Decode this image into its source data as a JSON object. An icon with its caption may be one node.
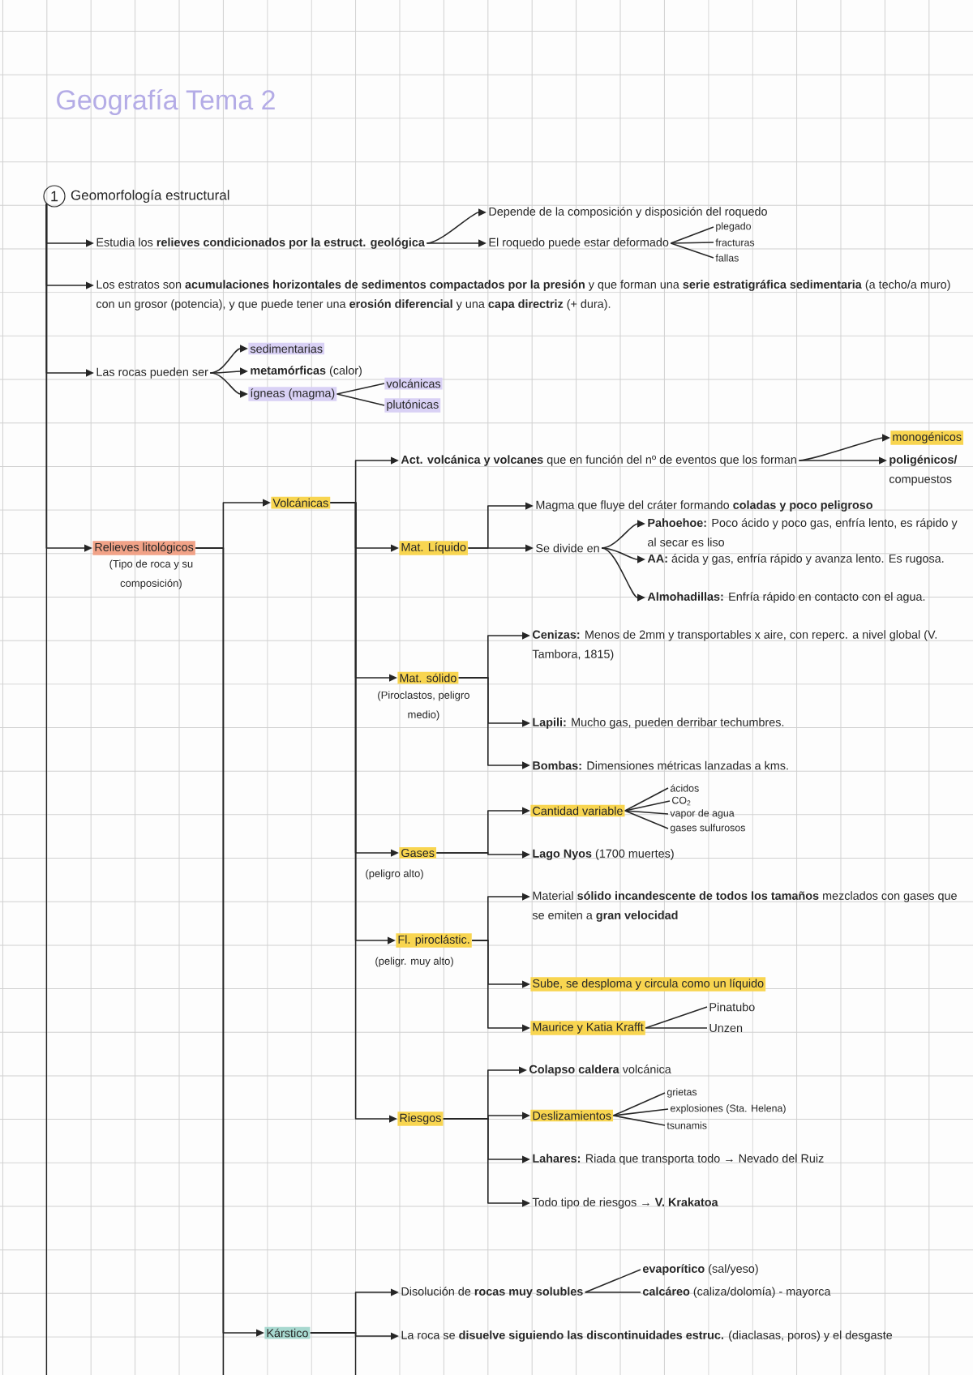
{
  "diagram": {
    "title": "Geografía Tema 2",
    "nodes": [
      {
        "text": [
          "1"
        ],
        "beside": [
          "Geomorfología estructural"
        ]
      },
      {
        "text": [
          "Estudia los **relieves condicionados por la estruct. geológica**"
        ]
      },
      {
        "text": [
          "Depende de la composición y disposición del roquedo"
        ]
      },
      {
        "text": [
          "El roquedo puede estar deformado"
        ]
      },
      {
        "text": [
          "plegado"
        ]
      },
      {
        "text": [
          "fracturas"
        ]
      },
      {
        "text": [
          "fallas"
        ]
      },
      {
        "text": [
          "Los estratos son **acumulaciones horizontales de sedimentos compactados por la presión** y que forman una **serie estratigráfica sedimentaria** (a techo/a muro) con un grosor (potencia), y que puede tener una **erosión diferencial** y una **capa directriz** (+ dura)."
        ]
      },
      {
        "text": [
          "Las rocas pueden ser"
        ]
      },
      {
        "text": [
          "sedimentarias"
        ]
      },
      {
        "text": [
          "**metamórficas** (calor)"
        ]
      },
      {
        "text": [
          "ígneas (magma)"
        ]
      },
      {
        "text": [
          "volcánicas"
        ]
      },
      {
        "text": [
          "plutónicas"
        ]
      },
      {
        "text": [
          "Relieves litológicos"
        ],
        "beside": [
          "(Tipo de roca y su composición)"
        ]
      },
      {
        "text": [
          "Volcánicas"
        ]
      },
      {
        "text": [
          "**Act. volcánica y volcanes** que en función del nº de eventos que los forman"
        ]
      },
      {
        "text": [
          "monogénicos"
        ]
      },
      {
        "text": [
          "**poligénicos/** compuestos"
        ]
      },
      {
        "text": [
          "Mat. Líquido"
        ]
      },
      {
        "text": [
          "Magma que fluye del cráter formando **coladas y poco peligroso**"
        ]
      },
      {
        "text": [
          "Se divide en"
        ]
      },
      {
        "text": [
          "**Pahoehoe:** Poco ácido y poco gas, enfría lento, es rápido y al secar es liso"
        ]
      },
      {
        "text": [
          "**AA:** ácida y gas, enfría rápido y avanza lento. Es rugosa."
        ]
      },
      {
        "text": [
          "**Almohadillas:** Enfría rápido en contacto con el agua."
        ]
      },
      {
        "text": [
          "Mat. sólido"
        ],
        "beside": [
          "(Piroclastos, peligro medio)"
        ]
      },
      {
        "text": [
          "**Cenizas:** Menos de 2mm y transportables x aire, con reperc. a nivel global (V. Tambora, 1815)"
        ]
      },
      {
        "text": [
          "**Lapili:** Mucho gas, pueden derribar techumbres."
        ]
      },
      {
        "text": [
          "**Bombas:** Dimensiones métricas lanzadas a kms."
        ]
      },
      {
        "text": [
          "Gases"
        ],
        "beside": [
          "(peligro alto)"
        ]
      },
      {
        "text": [
          "Cantidad variable"
        ]
      },
      {
        "text": [
          "ácidos"
        ]
      },
      {
        "text": [
          "CO$_{2}$"
        ]
      },
      {
        "text": [
          "vapor de agua"
        ]
      },
      {
        "text": [
          "gases sulfurosos"
        ]
      },
      {
        "text": [
          "**Lago Nyos** (1700 muertes)"
        ]
      },
      {
        "text": [
          "Fl. piroclástic."
        ],
        "beside": [
          "(peligr. muy alto)"
        ]
      },
      {
        "text": [
          "Material **sólido incandescente de todos los tamaños** mezclados con gases que se emiten a **gran velocidad**"
        ]
      },
      {
        "text": [
          "Sube, se desploma y circula como un líquido"
        ]
      },
      {
        "text": [
          "Maurice y Katia Krafft"
        ]
      },
      {
        "text": [
          "Pinatubo"
        ]
      },
      {
        "text": [
          "Unzen"
        ]
      },
      {
        "text": [
          "Riesgos"
        ]
      },
      {
        "text": [
          "**Colapso caldera** volcánica"
        ]
      },
      {
        "text": [
          "Deslizamientos"
        ]
      },
      {
        "text": [
          "grietas"
        ]
      },
      {
        "text": [
          "explosiones (Sta. Helena)"
        ]
      },
      {
        "text": [
          "tsunamis"
        ]
      },
      {
        "text": [
          "**Lahares:** Riada que transporta todo → Nevado del Ruiz"
        ]
      },
      {
        "text": [
          "Todo tipo de riesgos → **V. Krakatoa**"
        ]
      },
      {
        "text": [
          "Kárstico"
        ]
      },
      {
        "text": [
          "Disolución de **rocas muy solubles**"
        ]
      },
      {
        "text": [
          "**evaporítico** (sal/yeso)"
        ]
      },
      {
        "text": [
          "**calcáreo** (caliza/dolomía) - mayorca"
        ]
      },
      {
        "text": [
          "La roca se **disuelve siguiendo las discontinuidades estruc.** (diaclasas, poros) y el desgaste"
        ]
      }
    ],
    "edges": [
      {
        "from": 0,
        "to": 1,
        "arrow": "to"
      },
      {
        "from": 1,
        "to": 2,
        "arrow": "to"
      },
      {
        "from": 1,
        "to": 3,
        "arrow": "to"
      },
      {
        "from": 3,
        "to": 4,
        "arrow": "none"
      },
      {
        "from": 3,
        "to": 5,
        "arrow": "none"
      },
      {
        "from": 3,
        "to": 6,
        "arrow": "none"
      },
      {
        "from": 0,
        "to": 7,
        "arrow": "to"
      },
      {
        "from": 0,
        "to": 8,
        "arrow": "to"
      },
      {
        "from": 8,
        "to": 9,
        "arrow": "to"
      },
      {
        "from": 8,
        "to": 10,
        "arrow": "to"
      },
      {
        "from": 8,
        "to": 11,
        "arrow": "to"
      },
      {
        "from": 11,
        "to": 12,
        "arrow": "none"
      },
      {
        "from": 11,
        "to": 13,
        "arrow": "none"
      },
      {
        "from": 0,
        "to": 14,
        "arrow": "to"
      },
      {
        "from": 0,
        "to": null,
        "arrow": "none"
      },
      {
        "from": 14,
        "to": 15,
        "arrow": "to"
      },
      {
        "from": 14,
        "to": 50,
        "arrow": "to"
      },
      {
        "from": 14,
        "to": null,
        "arrow": "none"
      },
      {
        "from": 15,
        "to": 16,
        "arrow": "to"
      },
      {
        "from": 15,
        "to": 19,
        "arrow": "to"
      },
      {
        "from": 15,
        "to": 25,
        "arrow": "to"
      },
      {
        "from": 15,
        "to": 29,
        "arrow": "to"
      },
      {
        "from": 15,
        "to": 36,
        "arrow": "to"
      },
      {
        "from": 15,
        "to": 42,
        "arrow": "to"
      },
      {
        "from": 16,
        "to": 17,
        "arrow": "to"
      },
      {
        "from": 16,
        "to": 18,
        "arrow": "to"
      },
      {
        "from": 19,
        "to": 20,
        "arrow": "to"
      },
      {
        "from": 19,
        "to": 21,
        "arrow": "to"
      },
      {
        "from": 21,
        "to": 22,
        "arrow": "to"
      },
      {
        "from": 21,
        "to": 23,
        "arrow": "to"
      },
      {
        "from": 21,
        "to": 24,
        "arrow": "to"
      },
      {
        "from": 25,
        "to": 26,
        "arrow": "to"
      },
      {
        "from": 25,
        "to": 27,
        "arrow": "to"
      },
      {
        "from": 25,
        "to": 28,
        "arrow": "to"
      },
      {
        "from": 29,
        "to": 30,
        "arrow": "to"
      },
      {
        "from": 29,
        "to": 35,
        "arrow": "to"
      },
      {
        "from": 30,
        "to": 31,
        "arrow": "none"
      },
      {
        "from": 30,
        "to": 32,
        "arrow": "none"
      },
      {
        "from": 30,
        "to": 33,
        "arrow": "none"
      },
      {
        "from": 30,
        "to": 34,
        "arrow": "none"
      },
      {
        "from": 36,
        "to": 37,
        "arrow": "to"
      },
      {
        "from": 36,
        "to": 38,
        "arrow": "to"
      },
      {
        "from": 36,
        "to": 39,
        "arrow": "to"
      },
      {
        "from": 39,
        "to": 40,
        "arrow": "none"
      },
      {
        "from": 39,
        "to": 41,
        "arrow": "none"
      },
      {
        "from": 42,
        "to": 43,
        "arrow": "to"
      },
      {
        "from": 42,
        "to": 44,
        "arrow": "to"
      },
      {
        "from": 42,
        "to": 48,
        "arrow": "to"
      },
      {
        "from": 42,
        "to": 49,
        "arrow": "to"
      },
      {
        "from": 44,
        "to": 45,
        "arrow": "none"
      },
      {
        "from": 44,
        "to": 46,
        "arrow": "none"
      },
      {
        "from": 44,
        "to": 47,
        "arrow": "none"
      },
      {
        "from": 50,
        "to": 51,
        "arrow": "to"
      },
      {
        "from": 50,
        "to": 54,
        "arrow": "to"
      },
      {
        "from": 50,
        "to": null,
        "arrow": "none"
      },
      {
        "from": 51,
        "to": 52,
        "arrow": "none"
      },
      {
        "from": 51,
        "to": 53,
        "arrow": "none"
      }
    ]
  }
}
